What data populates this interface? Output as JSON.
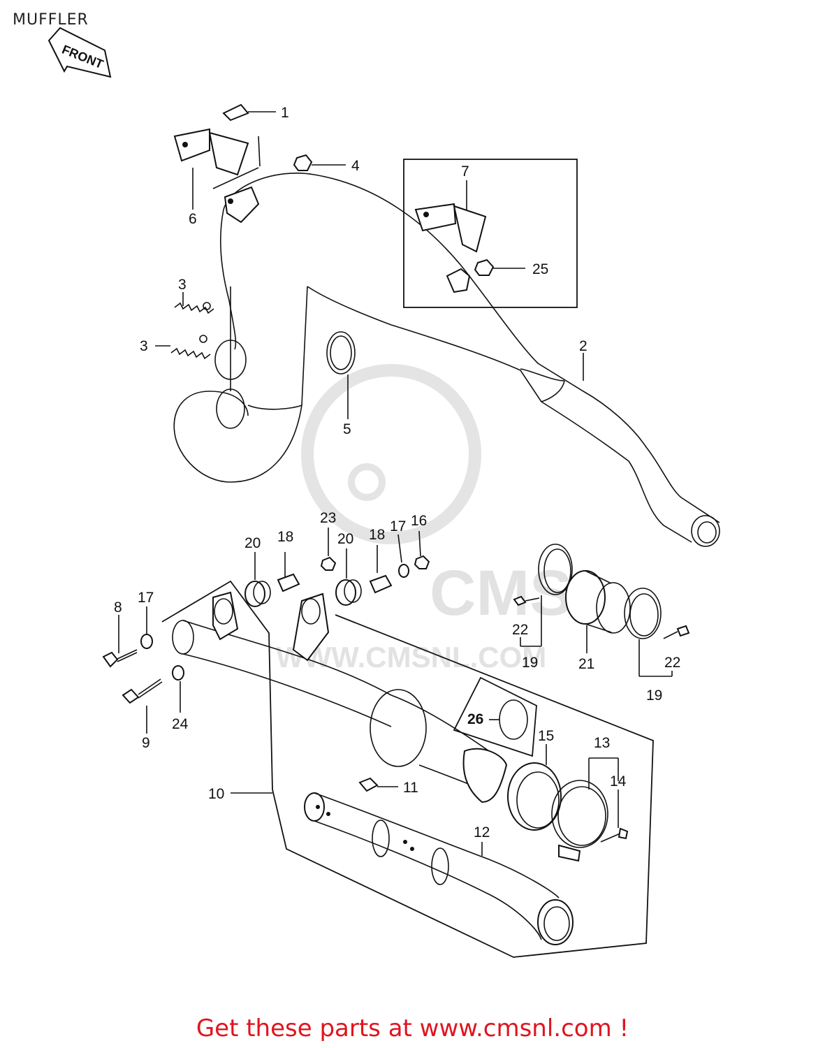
{
  "page": {
    "title": "MUFFLER",
    "front_tag": "FRONT",
    "watermark_text": "CMS",
    "watermark_url": "WWW.CMSNL.COM",
    "footer_text": "Get these parts at www.cmsnl.com !"
  },
  "callouts": {
    "c1": "1",
    "c2": "2",
    "c3a": "3",
    "c3b": "3",
    "c4": "4",
    "c5": "5",
    "c6": "6",
    "c7": "7",
    "c8": "8",
    "c9": "9",
    "c10": "10",
    "c11": "11",
    "c12": "12",
    "c13": "13",
    "c14": "14",
    "c15": "15",
    "c16": "16",
    "c17a": "17",
    "c17b": "17",
    "c18a": "18",
    "c18b": "18",
    "c19a": "19",
    "c19b": "19",
    "c20a": "20",
    "c20b": "20",
    "c21": "21",
    "c22a": "22",
    "c22b": "22",
    "c23": "23",
    "c24": "24",
    "c25": "25",
    "c26": "26"
  },
  "colors": {
    "footer": "#e0141e",
    "line": "#111111",
    "watermark": "#e2e2e2"
  },
  "icons": {
    "front_arrow": "front-arrow-icon"
  }
}
